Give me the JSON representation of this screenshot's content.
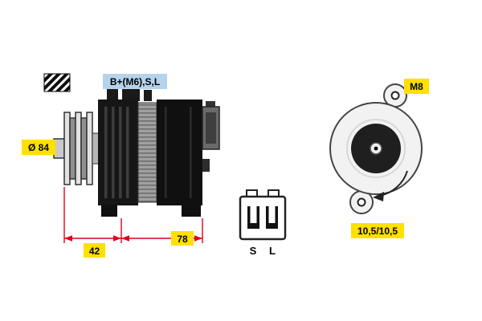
{
  "diagram": {
    "type": "alternator-technical-drawing",
    "labels": {
      "terminals": "B+(M6),S,L",
      "pulley_diameter": "Ø 84",
      "dim_front": "42",
      "dim_rear": "78",
      "connector_pin_s": "S",
      "connector_pin_l": "L",
      "mount_thread": "M8",
      "mount_holes": "10,5/10,5"
    },
    "colors": {
      "highlight_yellow": "#ffe000",
      "highlight_blue": "#b5d3eb",
      "dimension_red": "#e2001a",
      "body_black": "#161616",
      "background": "#ffffff"
    }
  }
}
